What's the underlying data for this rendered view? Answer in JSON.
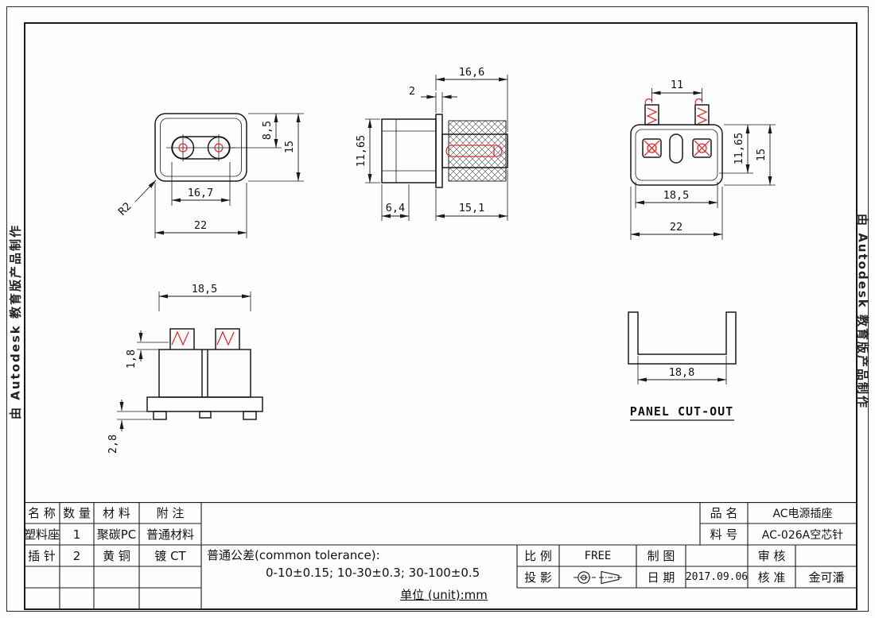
{
  "frame": {
    "watermark_left": "由 Autodesk 教育版产品制作",
    "watermark_right": "由 Autodesk 教育版产品制作"
  },
  "views": {
    "front": {
      "dim_inner_width": "16,7",
      "dim_width": "22",
      "dim_pin_height": "8,5",
      "dim_height": "15",
      "radius_label": "R2"
    },
    "side": {
      "dim_flange": "2",
      "dim_depth": "16,6",
      "dim_height": "11,65",
      "dim_body": "6,4",
      "dim_barrel": "15,1"
    },
    "rear": {
      "dim_clip_span": "11",
      "dim_inner_width": "18,5",
      "dim_width": "22",
      "dim_pin_height": "11,65",
      "dim_height": "15"
    },
    "bottom": {
      "dim_width": "18,5",
      "dim_clip": "1,8",
      "dim_foot": "2,8"
    },
    "panel_cutout": {
      "dim_width": "18,8",
      "label": "PANEL CUT-OUT"
    }
  },
  "title_block": {
    "col_name": "名 称",
    "col_qty": "数 量",
    "col_material": "材 料",
    "col_note": "附 注",
    "rows": [
      {
        "name": "塑料座",
        "qty": "1",
        "material": "聚碳PC",
        "note": "普通材料"
      },
      {
        "name": "插 针",
        "qty": "2",
        "material": "黄 铜",
        "note": "镀 CT"
      }
    ],
    "tolerance_title": "普通公差(common tolerance):",
    "tolerance_values": "0-10±0.15; 10-30±0.3; 30-100±0.5",
    "unit": "单位 (unit):mm",
    "scale_label": "比 例",
    "scale_value": "FREE",
    "projection_label": "投 影",
    "draft_label": "制 图",
    "date_label": "日 期",
    "date_value": "2017.09.06",
    "check_label": "审 核",
    "approve_label": "核 准",
    "approve_value": "金可潘",
    "product_label": "品 名",
    "product_value": "AC电源插座",
    "part_label": "料 号",
    "part_value": "AC-026A空芯针"
  }
}
